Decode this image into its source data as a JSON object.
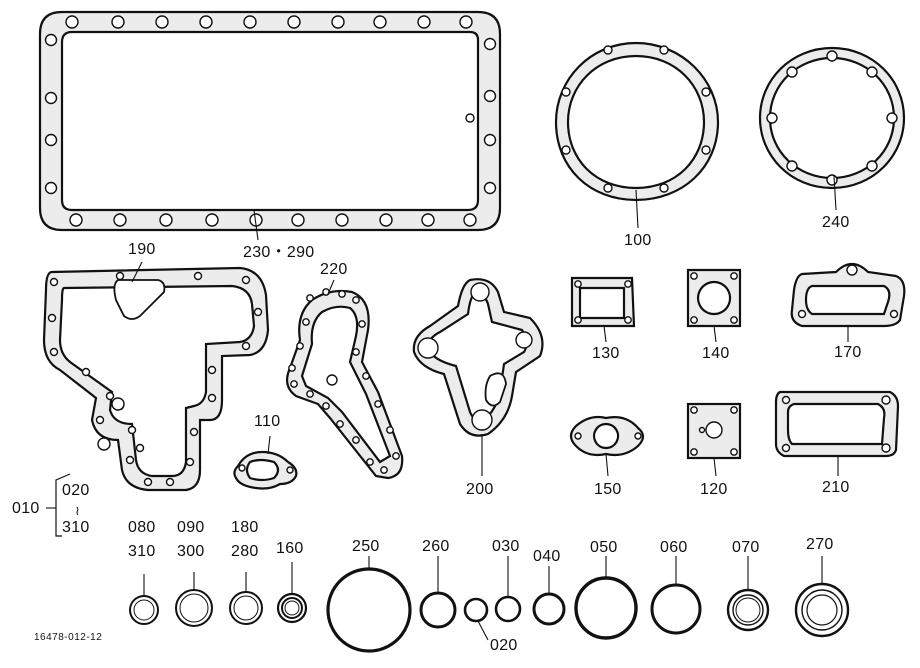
{
  "parts": {
    "oil_pan_gasket": "230・290",
    "housing_gasket_100": "100",
    "round_gasket_240": "240",
    "gear_case_gasket": "190",
    "water_pump_gasket": "220",
    "thermostat_gasket": "110",
    "flange_gasket_200": "200",
    "square_gasket_130": "130",
    "square_gasket_140": "140",
    "cover_gasket_170": "170",
    "oval_gasket_150": "150",
    "square_gasket_120": "120",
    "cover_gasket_210": "210"
  },
  "set": {
    "ref": "010",
    "range_start": "020",
    "range_tilde": "≀",
    "range_end": "310"
  },
  "rings": [
    {
      "top": "080",
      "bottom": "310"
    },
    {
      "top": "090",
      "bottom": "300"
    },
    {
      "top": "180",
      "bottom": "280"
    },
    {
      "top": "160"
    },
    {
      "top": "250"
    },
    {
      "top": "260"
    },
    {
      "top": "020"
    },
    {
      "top": "030"
    },
    {
      "top": "040"
    },
    {
      "top": "050"
    },
    {
      "top": "060"
    },
    {
      "top": "070"
    },
    {
      "top": "270"
    }
  ],
  "drawing_code": "16478-012-12"
}
